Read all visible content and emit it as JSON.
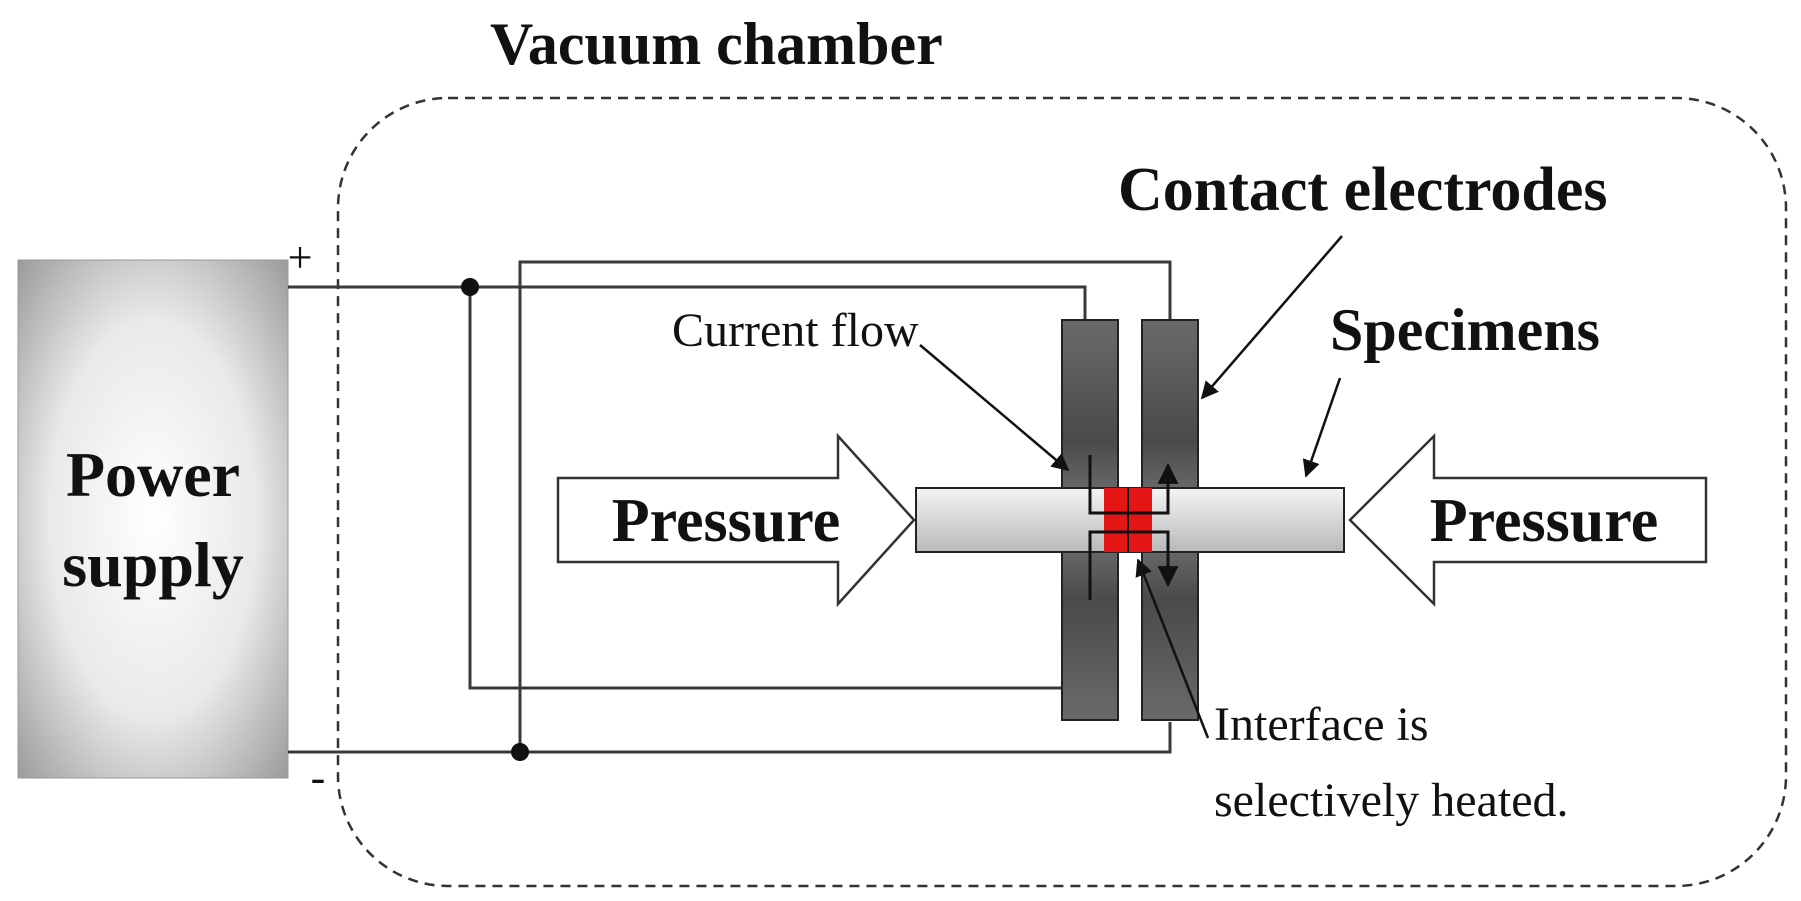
{
  "labels": {
    "vacuum_chamber": "Vacuum chamber",
    "contact_electrodes": "Contact electrodes",
    "specimens": "Specimens",
    "current_flow": "Current flow",
    "power_supply_line1": "Power",
    "power_supply_line2": "supply",
    "pressure_left": "Pressure",
    "pressure_right": "Pressure",
    "interface_line1": "Interface is",
    "interface_line2": "selectively heated.",
    "plus_sign": "+",
    "minus_sign": "-"
  },
  "colors": {
    "heated_interface": "#e41515",
    "electrode": "#555555",
    "wire": "#3a3a3a"
  }
}
